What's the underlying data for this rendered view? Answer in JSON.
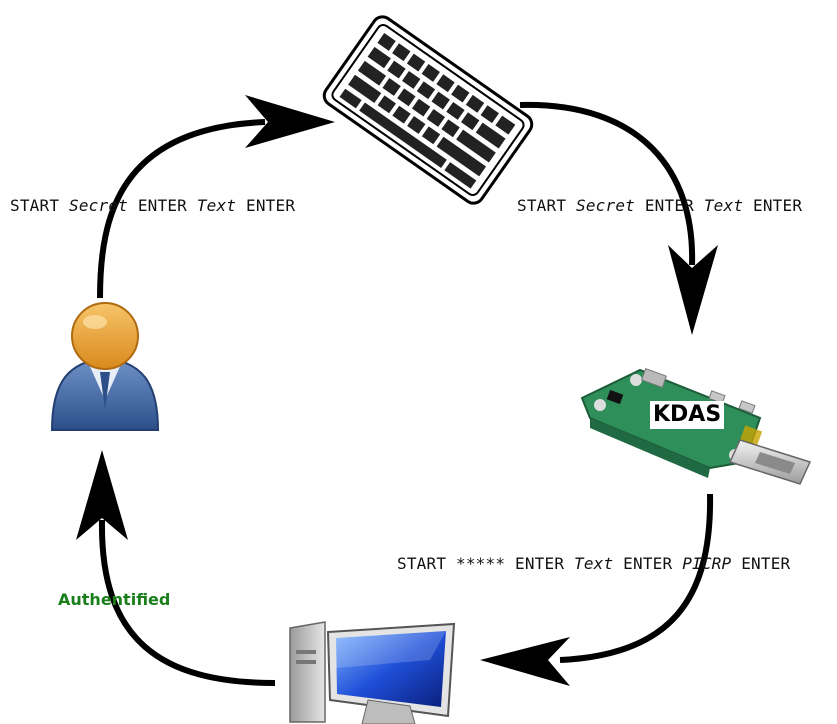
{
  "labels": {
    "user_to_keyboard": [
      "START ",
      "Secret",
      " ENTER ",
      "Text",
      " ENTER"
    ],
    "keyboard_to_kdas": [
      "START ",
      "Secret",
      " ENTER ",
      "Text",
      " ENTER"
    ],
    "kdas_to_computer": [
      "START ***** ENTER ",
      "Text",
      " ENTER ",
      "PICRP",
      " ENTER"
    ],
    "authenticated": "Authentified"
  },
  "device_label": "KDAS",
  "icons": [
    "keyboard-icon",
    "user-icon",
    "raspberry-pi-zero-icon",
    "usb-connector-icon",
    "computer-monitor-icon"
  ],
  "colors": {
    "authenticated": "#1a7f1a",
    "arrow": "#000000"
  }
}
